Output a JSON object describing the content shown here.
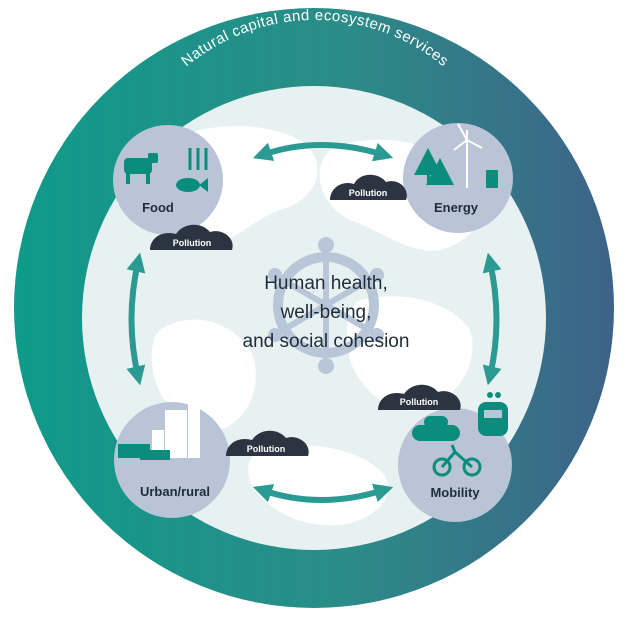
{
  "ring_label": "Natural capital and ecosystem services",
  "center": {
    "line1": "Human health,",
    "line2": "well-being,",
    "line3": "and social cohesion"
  },
  "nodes": {
    "food": "Food",
    "energy": "Energy",
    "urban": "Urban/rural",
    "mobility": "Mobility"
  },
  "pollution_label": "Pollution",
  "colors": {
    "ring_start": "#0f9a8a",
    "ring_end": "#3a6a8e",
    "arrow": "#2a9a93",
    "node_fill": "#b9c4d6",
    "icon": "#0b8d7d",
    "cloud": "#2d3441"
  }
}
